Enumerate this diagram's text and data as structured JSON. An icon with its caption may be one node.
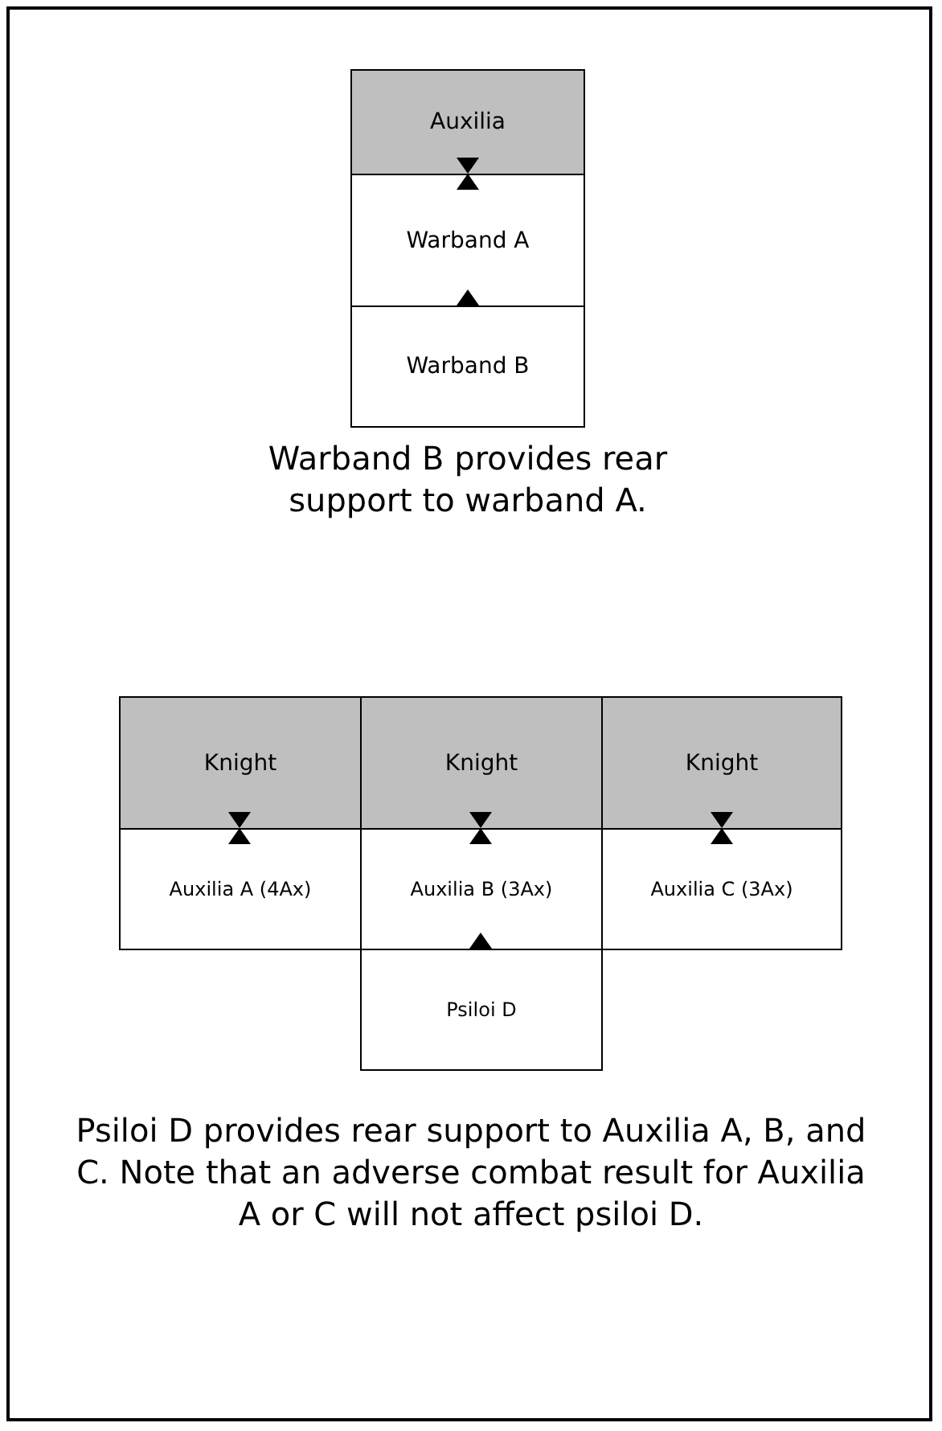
{
  "diagram": {
    "nodes": [
      {
        "text": [
          "Auxilia"
        ]
      },
      {
        "text": [
          "Warband A"
        ]
      },
      {
        "text": [
          "Warband B"
        ]
      },
      {
        "text": [
          "Knight"
        ]
      },
      {
        "text": [
          "Knight"
        ]
      },
      {
        "text": [
          "Knight"
        ]
      },
      {
        "text": [
          "Auxilia A (4Ax)"
        ]
      },
      {
        "text": [
          "Auxilia B (3Ax)"
        ]
      },
      {
        "text": [
          "Auxilia C (3Ax)"
        ]
      },
      {
        "text": [
          "Psiloi D"
        ]
      }
    ],
    "labels": [
      "Warband B provides rear support to warband A.",
      "Psiloi D provides rear support to Auxilia A, B, and C.  Note that an adverse combat result for Auxilia A or C will not affect psiloi D."
    ]
  }
}
